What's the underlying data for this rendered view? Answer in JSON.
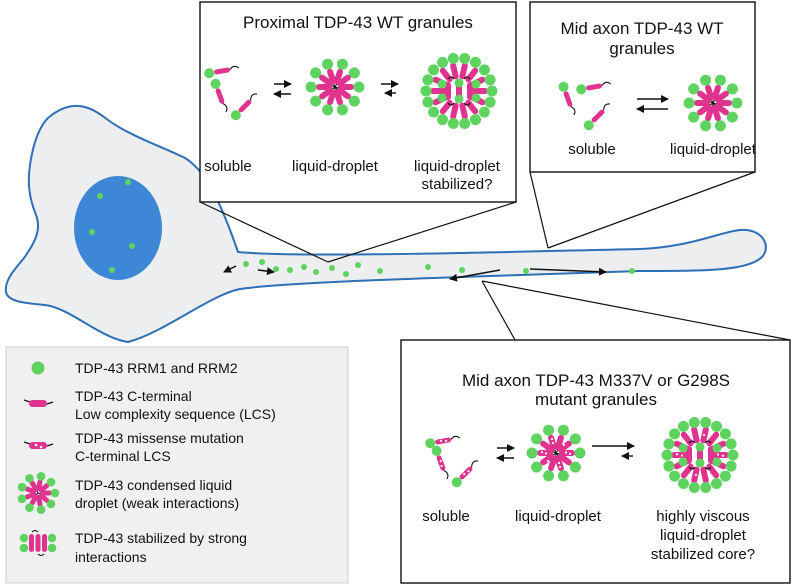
{
  "colors": {
    "domain_green": "#5fd35f",
    "lcs_pink": "#e0338f",
    "nucleus_blue": "#3d87d6",
    "cell_fill": "#eceef0",
    "cell_outline": "#2e6fb5",
    "legend_bg": "#f0f0f0"
  },
  "panels": {
    "proximal": {
      "title": "Proximal TDP-43 WT granules",
      "labels": [
        "soluble",
        "liquid-droplet",
        "liquid-droplet",
        "stabilized?"
      ]
    },
    "mid": {
      "title_line1": "Mid axon TDP-43 WT",
      "title_line2": "granules",
      "labels": [
        "soluble",
        "liquid-droplet"
      ]
    },
    "mutant": {
      "title_line1": "Mid axon TDP-43 M337V or G298S",
      "title_line2": "mutant granules",
      "labels": [
        "soluble",
        "liquid-droplet",
        "highly viscous",
        "liquid-droplet",
        "stabilized core?"
      ]
    }
  },
  "legend": {
    "rrm": "TDP-43 RRM1 and RRM2",
    "lcs_line1": "TDP-43 C-terminal",
    "lcs_line2": "Low complexity sequence (LCS)",
    "mut_line1": "TDP-43 missense mutation",
    "mut_line2": "C-terminal LCS",
    "cond_line1": "TDP-43 condensed liquid",
    "cond_line2": "droplet (weak interactions)",
    "stab_line1": "TDP-43 stabilized by strong",
    "stab_line2": "interactions"
  }
}
